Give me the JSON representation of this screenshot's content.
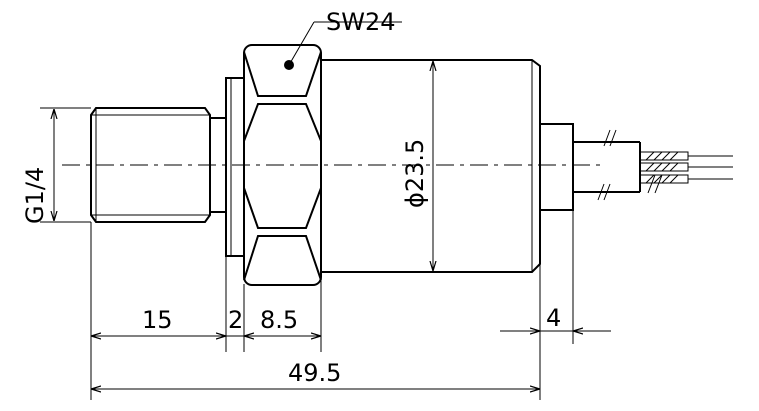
{
  "labels": {
    "wrench_size": "SW24",
    "thread": "G1/4",
    "diameter": "ϕ23.5",
    "dim_thread_length": "15",
    "dim_flange": "2",
    "dim_hex": "8.5",
    "dim_overall": "49.5",
    "dim_cable_gland": "4"
  }
}
